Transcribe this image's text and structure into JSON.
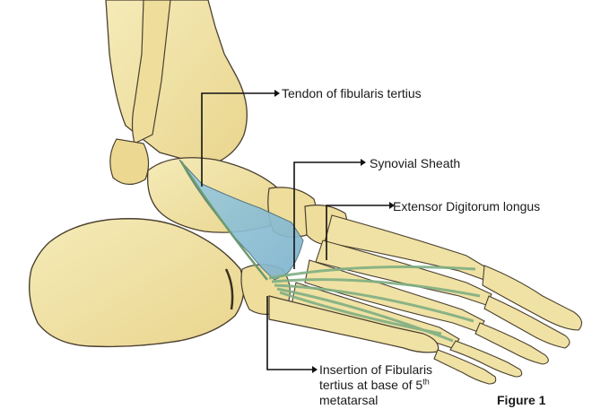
{
  "labels": {
    "tendon": "Tendon of fibularis tertius",
    "sheath": "Synovial Sheath",
    "edl": "Extensor Digitorum longus",
    "insertion_line1": "Insertion of Fibularis",
    "insertion_line2_pre": "tertius at base of 5",
    "insertion_line2_sup": "th",
    "insertion_line3": "metatarsal"
  },
  "caption": "Figure 1",
  "colors": {
    "bone_fill": "#f0e3a3",
    "bone_outline": "#4a4030",
    "sheath": "#8fc3d6",
    "tendon": "#8fb88a",
    "leader": "#111111"
  }
}
